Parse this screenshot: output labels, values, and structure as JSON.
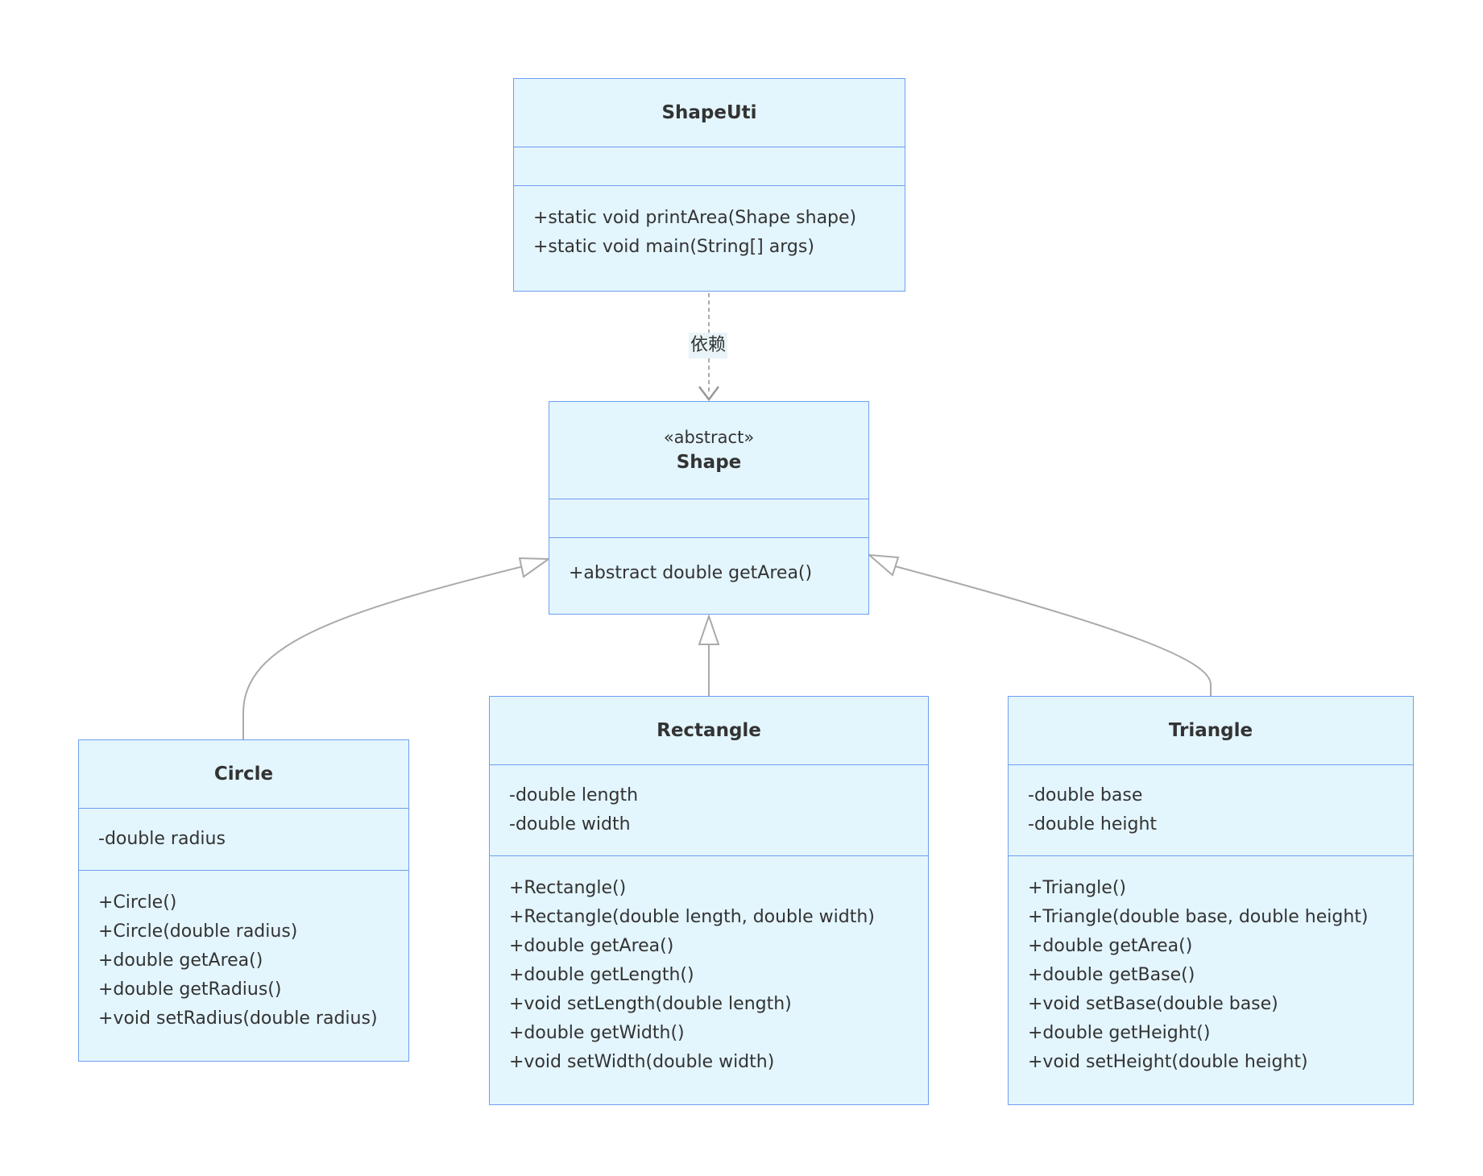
{
  "diagram": {
    "type": "uml-class",
    "colors": {
      "fill": "#e3f5fd",
      "border": "#6f9ff0",
      "edge": "#aaaaaa",
      "text": "#333333"
    },
    "classes": {
      "shapeutil": {
        "name": "ShapeUti",
        "attributes": [],
        "methods": [
          "+static void printArea(Shape shape)",
          "+static void main(String[] args)"
        ]
      },
      "shape": {
        "stereotype": "«abstract»",
        "name": "Shape",
        "attributes": [],
        "methods": [
          "+abstract double getArea()"
        ]
      },
      "circle": {
        "name": "Circle",
        "attributes": [
          "-double radius"
        ],
        "methods": [
          "+Circle()",
          "+Circle(double radius)",
          "+double getArea()",
          "+double getRadius()",
          "+void setRadius(double radius)"
        ]
      },
      "rectangle": {
        "name": "Rectangle",
        "attributes": [
          "-double length",
          "-double width"
        ],
        "methods": [
          "+Rectangle()",
          "+Rectangle(double length, double width)",
          "+double getArea()",
          "+double getLength()",
          "+void setLength(double length)",
          "+double getWidth()",
          "+void setWidth(double width)"
        ]
      },
      "triangle": {
        "name": "Triangle",
        "attributes": [
          "-double base",
          "-double height"
        ],
        "methods": [
          "+Triangle()",
          "+Triangle(double base, double height)",
          "+double getArea()",
          "+double getBase()",
          "+void setBase(double base)",
          "+double getHeight()",
          "+void setHeight(double height)"
        ]
      }
    },
    "relations": [
      {
        "from": "ShapeUti",
        "to": "Shape",
        "kind": "dependency",
        "label": "依赖"
      },
      {
        "from": "Circle",
        "to": "Shape",
        "kind": "inheritance"
      },
      {
        "from": "Rectangle",
        "to": "Shape",
        "kind": "inheritance"
      },
      {
        "from": "Triangle",
        "to": "Shape",
        "kind": "inheritance"
      }
    ]
  }
}
